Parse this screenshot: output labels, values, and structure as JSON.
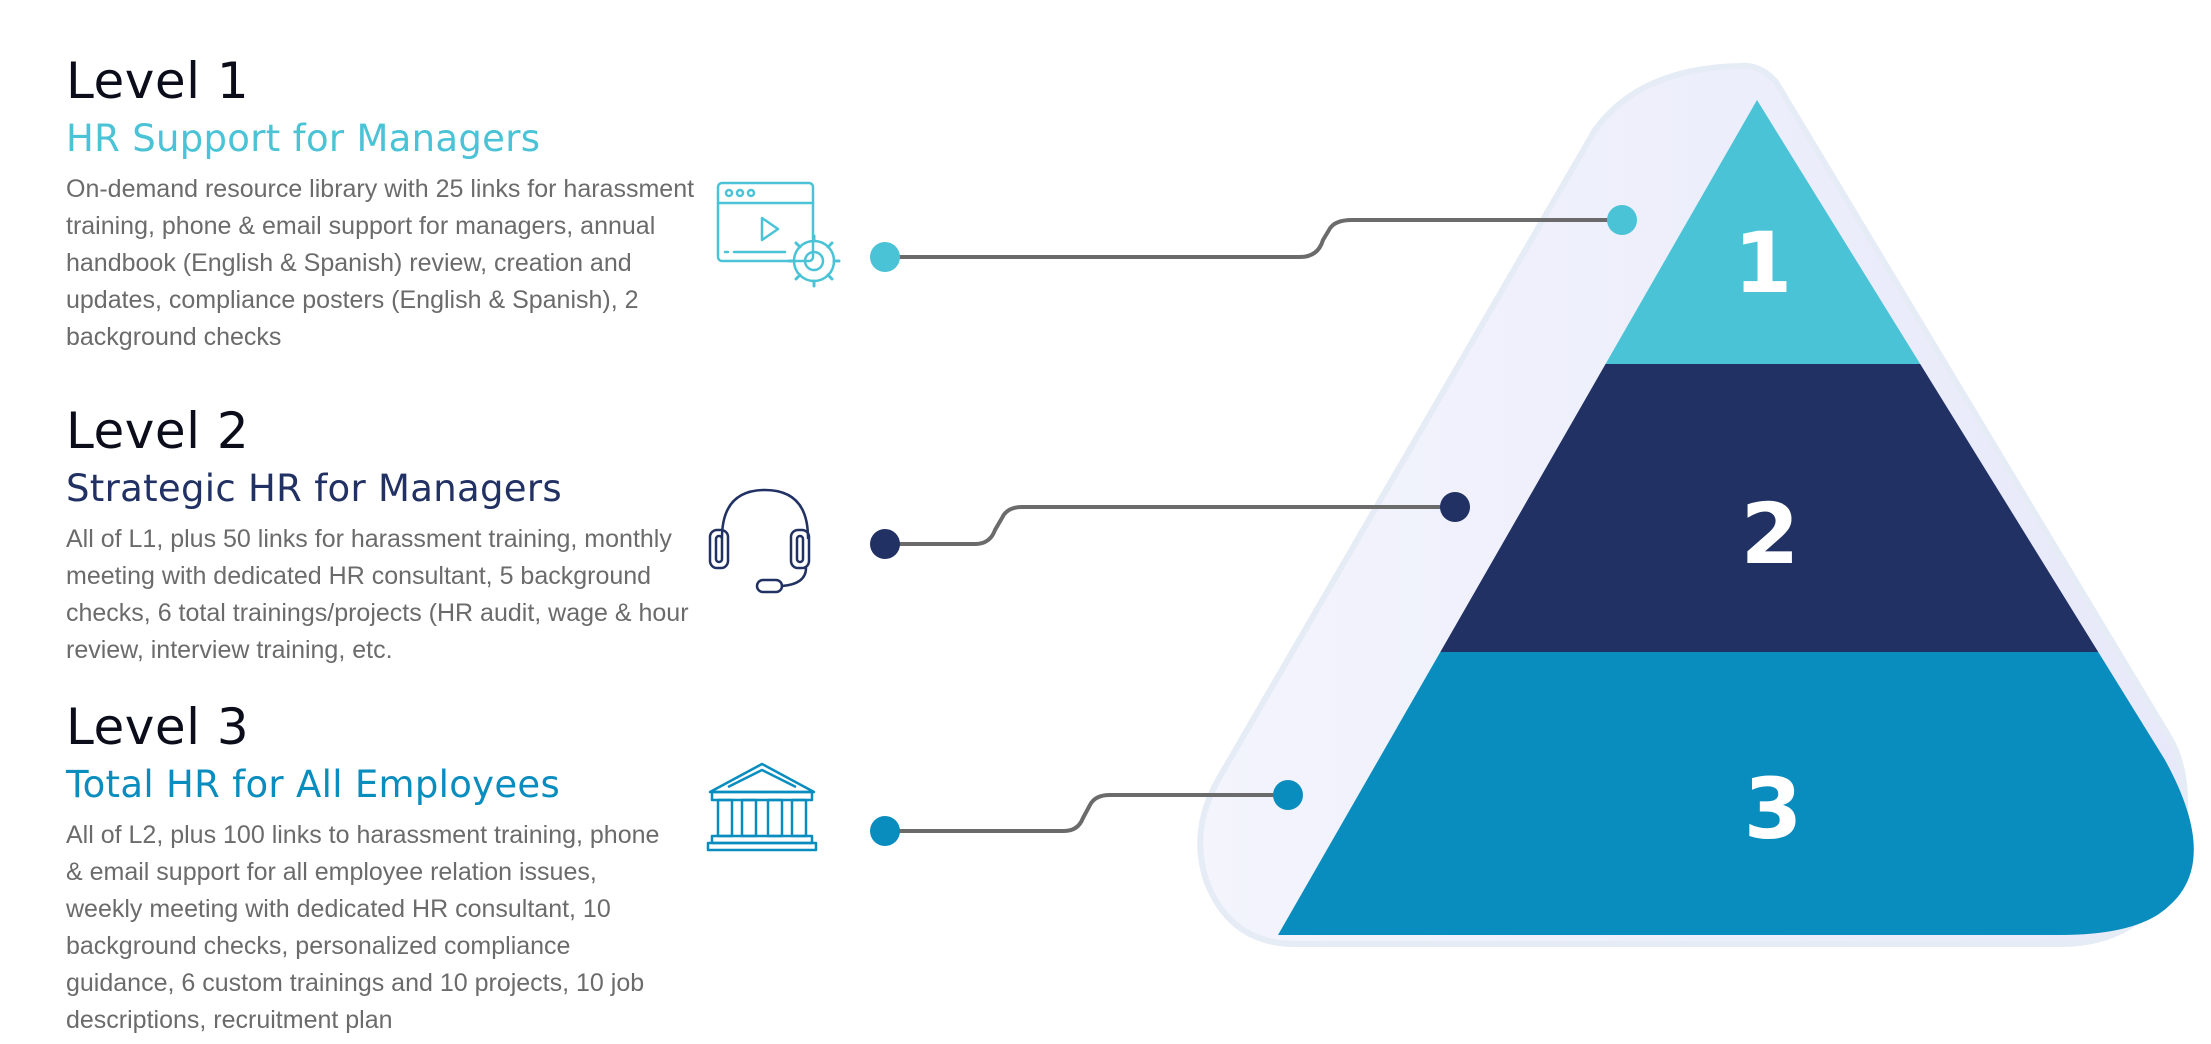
{
  "levels": [
    {
      "heading": "Level 1",
      "title": "HR Support for Managers",
      "description": "On-demand resource library with 25 links for harassment training, phone & email support for managers, annual handbook (English & Spanish) review, creation and updates, compliance posters (English & Spanish), 2 background checks",
      "icon": "web-settings-icon",
      "tier_number": "1",
      "color": "#4bc3d6"
    },
    {
      "heading": "Level 2",
      "title": "Strategic HR for Managers",
      "description": "All of L1, plus 50 links for harassment training, monthly meeting with dedicated HR consultant, 5 background checks, 6 total trainings/projects (HR audit, wage & hour review, interview training, etc.",
      "icon": "headset-icon",
      "tier_number": "2",
      "color": "#213163"
    },
    {
      "heading": "Level 3",
      "title": "Total HR for All Employees",
      "description": "All of L2, plus 100 links to harassment training, phone & email support for all employee relation issues, weekly meeting with dedicated HR consultant, 10 background checks, personalized compliance guidance, 6 custom trainings and 10 projects, 10 job descriptions, recruitment plan",
      "icon": "building-columns-icon",
      "tier_number": "3",
      "color": "#098dbf"
    }
  ],
  "colors": {
    "heading": "#0b0d1a",
    "body_text": "#6b6b6b",
    "connector": "#6b6b6b",
    "halo": "#e7ecf7"
  }
}
